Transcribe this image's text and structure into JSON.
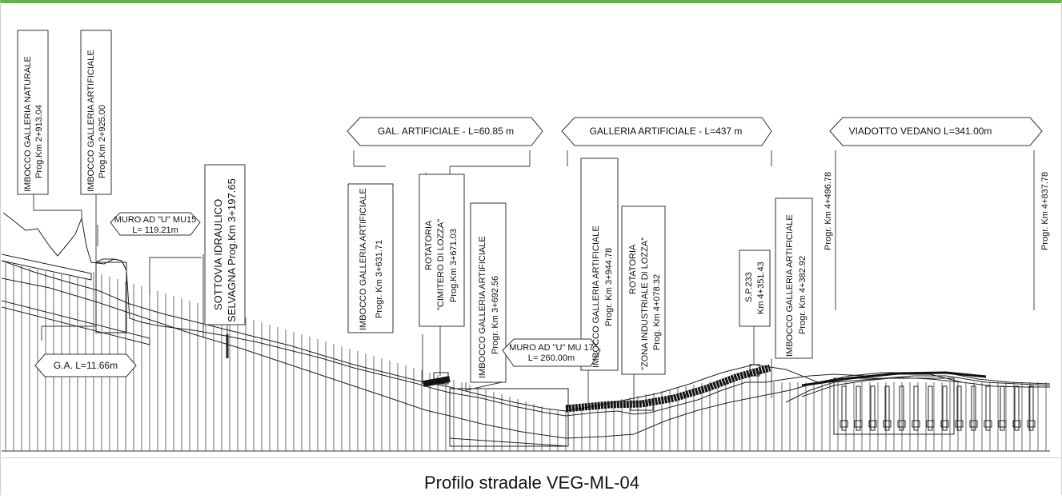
{
  "diagram": {
    "labels": {
      "imbocco_naturale": [
        "IMBOCCO GALLERIA NATURALE",
        "Prog.Km 2+913.04"
      ],
      "imbocco_artificiale_1": [
        "IMBOCCO GALLERIA ARTIFICIALE",
        "Prog.Km 2+925.00"
      ],
      "muro_mu15": [
        "MURO AD \"U\" MU15",
        "L= 119.21m"
      ],
      "sottovia": [
        "SOTTOVIA IDRAULICO",
        "SELVAGNA Prog.Km 3+197.65"
      ],
      "ga": "G.A. L=11.66m",
      "gal_artificiale_bracket": "GAL. ARTIFICIALE - L=60.85 m",
      "imbocco_3631": [
        "IMBOCCO GALLERIA ARTIFICIALE",
        "Progr. Km 3+631.71"
      ],
      "rotatoria_cimitero": [
        "ROTATORIA",
        "\"CIMITERO DI LOZZA\"",
        "Prog.Km 3+671.03"
      ],
      "imbocco_3692": [
        "IMBOCCO GALLERIA ARTIFICIALE",
        "Progr. Km 3+692.56"
      ],
      "muro_mu17": [
        "MURO AD \"U\" MU 17",
        "L= 260.00m"
      ],
      "galleria_artificiale_bracket": "GALLERIA ARTIFICIALE - L=437 m",
      "imbocco_3944": [
        "IMBOCCO GALLERIA ARTIFICIALE",
        "Progr. Km 3+944.78"
      ],
      "rotatoria_zona": [
        "ROTATORIA",
        "\"ZONA INDUSTRIALE DI LOZZA\"",
        "Prog. Km 4+078.32"
      ],
      "sp233": [
        "S.P.233",
        "Km 4+351.43"
      ],
      "imbocco_4382": [
        "IMBOCCO GALLERIA ARTIFICIALE",
        "Progr. Km 4+382.92"
      ],
      "viadotto_bracket": "VIADOTTO VEDANO L=341.00m",
      "progr_4496": "Progr. Km 4+496.78",
      "progr_4837": "Progr. Km 4+837.78"
    }
  },
  "caption": "Profilo stradale VEG-ML-04"
}
